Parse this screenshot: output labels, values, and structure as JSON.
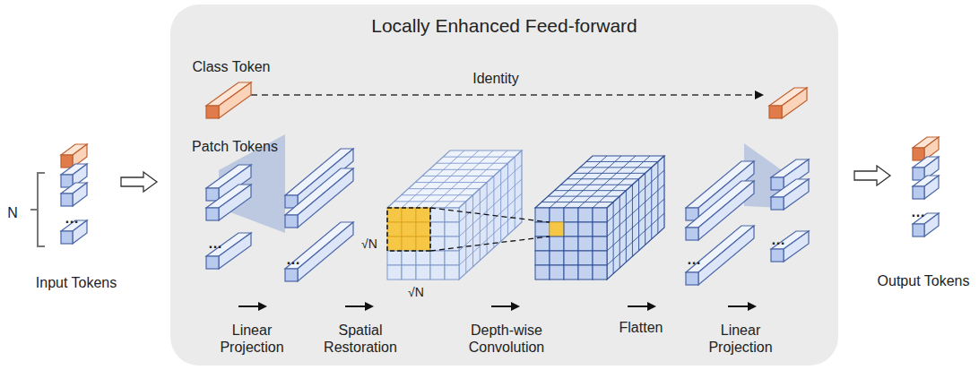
{
  "diagram": {
    "nodes": [
      {
        "text": [
          "Locally Enhanced Feed-forward"
        ]
      }
    ],
    "labels": [
      "Class Token",
      "Identity",
      "Patch Tokens",
      "N",
      "Input Tokens",
      "Output Tokens",
      "Linear Projection",
      "Spatial Restoration",
      "Depth-wise Convolution",
      "Flatten",
      "Linear Projection",
      "√N",
      "√N",
      "…",
      "…",
      "…",
      "…",
      "…",
      "…"
    ]
  }
}
